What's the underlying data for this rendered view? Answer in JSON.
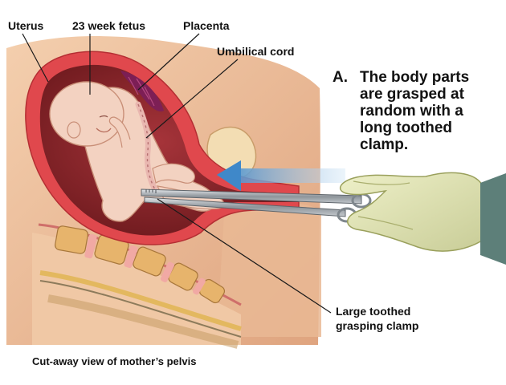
{
  "labels": {
    "uterus": "Uterus",
    "fetus": "23 week fetus",
    "placenta": "Placenta",
    "cord": "Umbilical cord",
    "clamp_line1": "Large toothed",
    "clamp_line2": "grasping clamp",
    "caption": "Cut-away view of mother’s pelvis"
  },
  "step": {
    "letter": "A.",
    "lines": [
      "The body parts",
      "are grasped at",
      "random with a",
      "long toothed",
      "clamp."
    ]
  },
  "colors": {
    "uterine_wall": "#e0484d",
    "uterine_inner": "#8e2327",
    "skin": "#f1c7a2",
    "skin_shadow": "#d39a78",
    "fetus_skin": "#f3d2c1",
    "spine_bone": "#e7b46c",
    "disc": "#f1a9a4",
    "arrow": "#6aa9dc",
    "glove": "#e3e6b6",
    "sleeve": "#5d7f79",
    "instrument": "#9da3a8",
    "label_text": "#111111"
  }
}
